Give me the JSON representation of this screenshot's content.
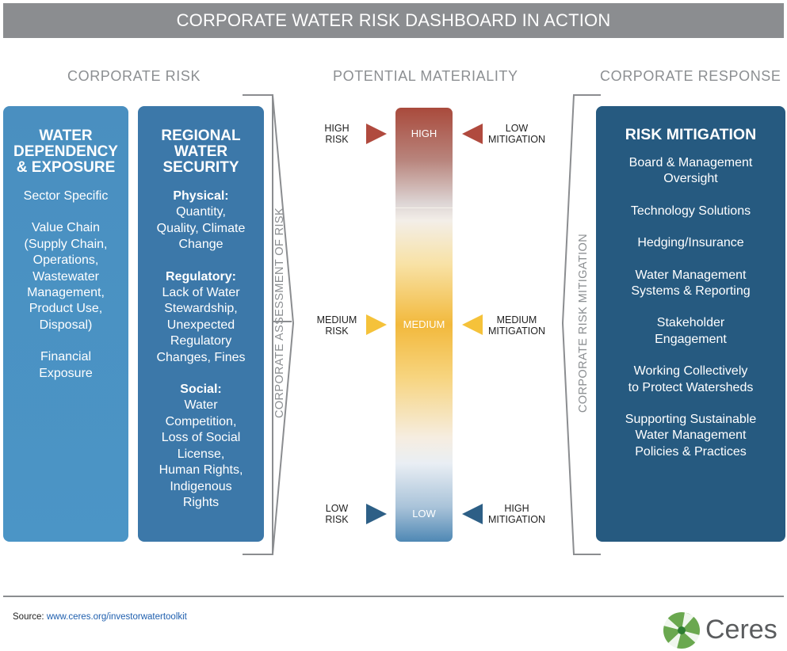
{
  "title": "CORPORATE WATER RISK DASHBOARD IN ACTION",
  "sections": {
    "risk": "CORPORATE RISK",
    "materiality": "POTENTIAL MATERIALITY",
    "response": "CORPORATE RESPONSE"
  },
  "dependency": {
    "heading": "WATER\nDEPENDENCY\n& EXPOSURE",
    "sector": "Sector Specific",
    "value_chain": "Value Chain\n(Supply Chain,\nOperations,\nWastewater\nManagement,\nProduct Use,\nDisposal)",
    "financial": "Financial\nExposure"
  },
  "security": {
    "heading": "REGIONAL\nWATER\nSECURITY",
    "physical_label": "Physical:",
    "physical": "Quantity,\nQuality, Climate\nChange",
    "regulatory_label": "Regulatory:",
    "regulatory": "Lack of Water\nStewardship,\nUnexpected\nRegulatory\nChanges, Fines",
    "social_label": "Social:",
    "social": "Water\nCompetition,\nLoss of Social\nLicense,\nHuman Rights,\nIndigenous\nRights"
  },
  "assessment_label": "CORPORATE ASSESSMENT OF RISK",
  "mitigation_label": "CORPORATE RISK MITIGATION",
  "meter": {
    "high": "HIGH",
    "medium": "MEDIUM",
    "low": "LOW"
  },
  "indicators": {
    "high_risk": "HIGH\nRISK",
    "low_mitigation": "LOW\nMITIGATION",
    "medium_risk": "MEDIUM\nRISK",
    "medium_mitigation": "MEDIUM\nMITIGATION",
    "low_risk": "LOW\nRISK",
    "high_mitigation": "HIGH\nMITIGATION"
  },
  "mitigation": {
    "heading": "RISK MITIGATION",
    "items": [
      "Board & Management\nOversight",
      "Technology Solutions",
      "Hedging/Insurance",
      "Water Management\nSystems & Reporting",
      "Stakeholder\nEngagement",
      "Working Collectively\nto Protect Watersheds",
      "Supporting Sustainable\nWater Management\nPolicies & Practices"
    ]
  },
  "colors": {
    "high": "#b04a3e",
    "medium": "#f5c23a",
    "low": "#2d5f86"
  },
  "footer": {
    "source_label": "Source:",
    "source_link": "www.ceres.org/investorwatertoolkit",
    "logo_text": "Ceres"
  }
}
